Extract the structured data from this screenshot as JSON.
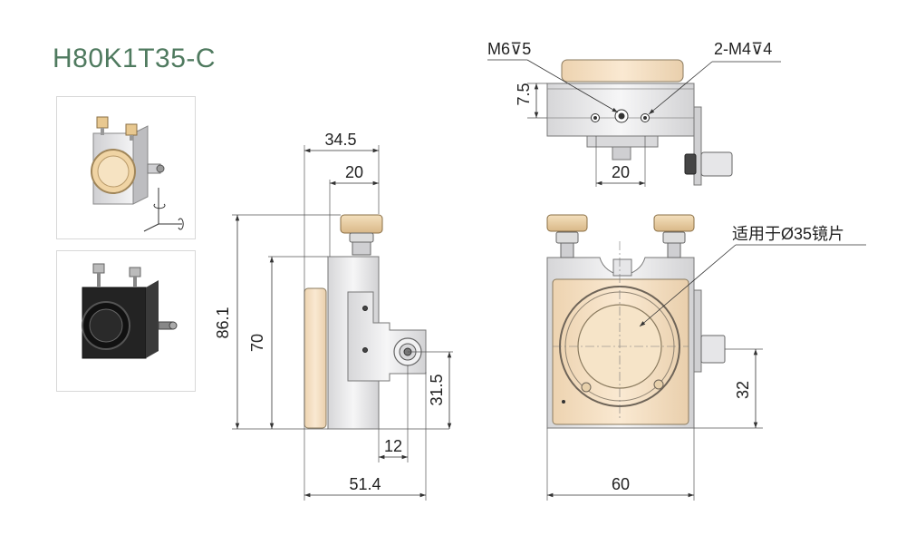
{
  "title": "H80K1T35-C",
  "thumbnails": [
    {
      "name": "product-render-silver",
      "style": "silver"
    },
    {
      "name": "product-photo-black",
      "style": "black"
    }
  ],
  "dimensions": {
    "side_width_total": "34.5",
    "side_width_top": "20",
    "side_height_total": "86.1",
    "side_height_body": "70",
    "side_center_height": "31.5",
    "side_knob_offset": "12",
    "side_depth": "51.4",
    "top_thread_left": "M6",
    "top_thread_left_depth": "5",
    "top_thread_right": "2-M4",
    "top_thread_right_depth": "4",
    "top_edge_height": "7.5",
    "top_knob_width": "20",
    "front_width": "60",
    "front_knob_height": "32",
    "lens_note": "适用于Ø35镜片"
  },
  "colors": {
    "accent_title": "#4f7a5f",
    "tan": "#f2dcc0",
    "steel": "#e4e4e6",
    "knob": "#ead2a8"
  }
}
